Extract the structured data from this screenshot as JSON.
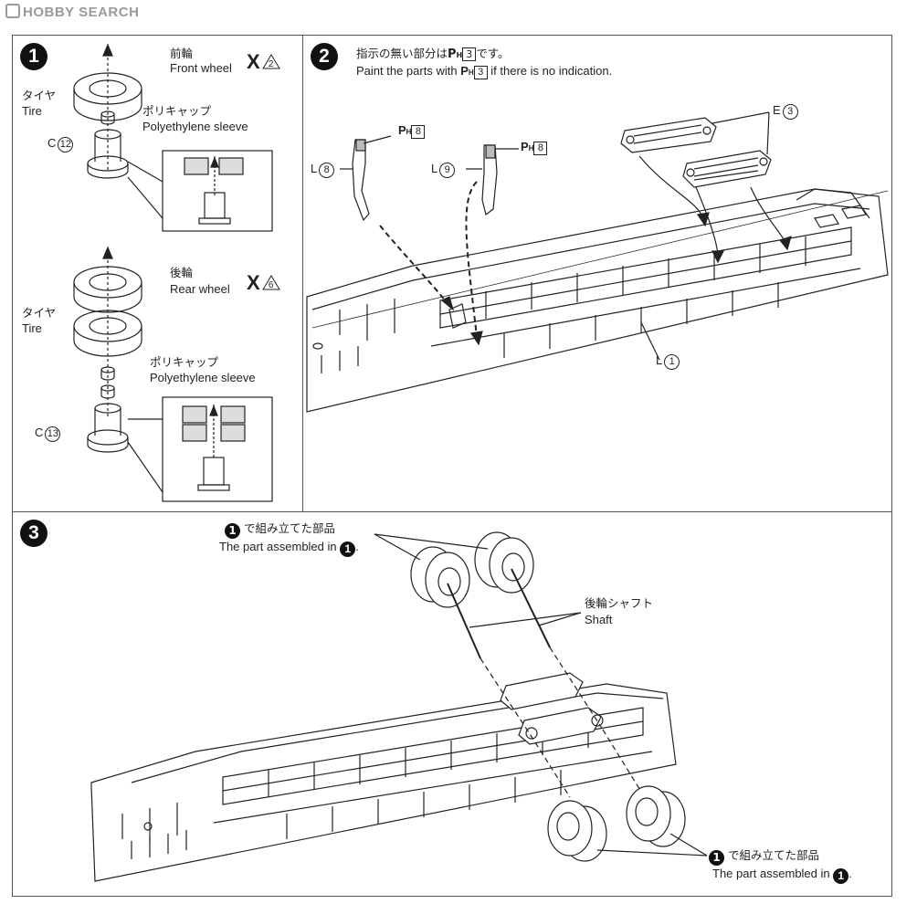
{
  "logo": {
    "text": "HOBBY SEARCH"
  },
  "step1": {
    "number": "1",
    "front": {
      "jp": "前輪",
      "en": "Front wheel",
      "x_count": "2"
    },
    "tire_jp": "タイヤ",
    "tire_en": "Tire",
    "sleeve_jp": "ポリキャップ",
    "sleeve_en": "Polyethylene sleeve",
    "part_front": {
      "letter": "C",
      "num": "12"
    },
    "rear": {
      "jp": "後輪",
      "en": "Rear wheel",
      "x_count": "6"
    },
    "part_rear": {
      "letter": "C",
      "num": "13"
    }
  },
  "step2": {
    "number": "2",
    "note_jp_pre": "指示の無い部分は",
    "note_jp_post": "です。",
    "note_en_pre": "Paint the parts with",
    "note_en_post": "if there is no indication.",
    "paint_code": "P",
    "paint_sub": "H",
    "paint_default_num": "3",
    "part_e": {
      "letter": "E",
      "num": "3"
    },
    "part_l8": {
      "letter": "L",
      "num": "8",
      "paint_num": "8"
    },
    "part_l9": {
      "letter": "L",
      "num": "9",
      "paint_num": "8"
    },
    "part_l1": {
      "letter": "L",
      "num": "1"
    }
  },
  "step3": {
    "number": "3",
    "assembled_top": {
      "ref": "1",
      "jp": "で組み立てた部品",
      "en": "The part assembled in"
    },
    "shaft_jp": "後輪シャフト",
    "shaft_en": "Shaft",
    "assembled_bottom": {
      "ref": "1",
      "jp": "で組み立てた部品",
      "en": "The part assembled in"
    }
  },
  "colors": {
    "ink": "#222222",
    "logo": "#9a9a9a",
    "background": "#ffffff"
  }
}
